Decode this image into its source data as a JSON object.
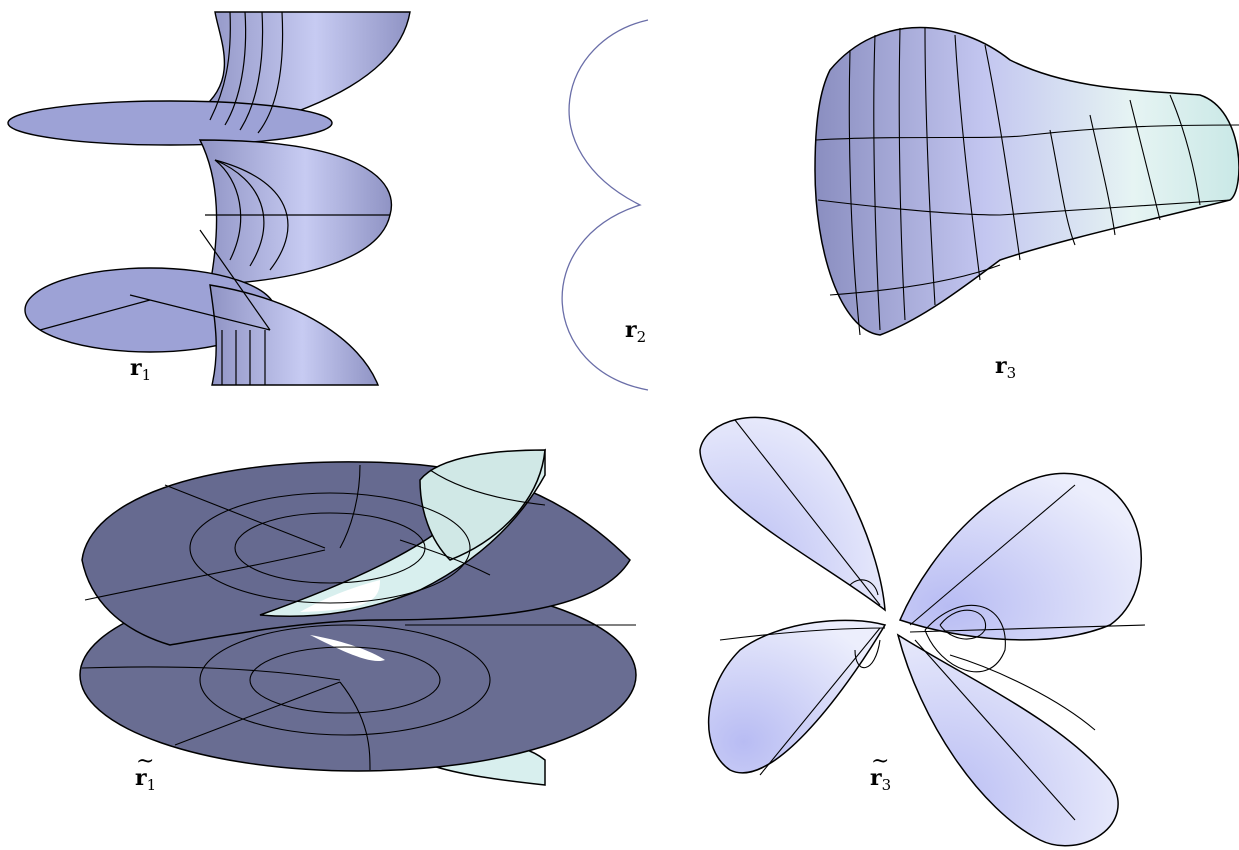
{
  "figure": {
    "panels": [
      {
        "id": "r1",
        "symbol": "r",
        "subscript": "1",
        "tilde": false
      },
      {
        "id": "r2",
        "symbol": "r",
        "subscript": "2",
        "tilde": false
      },
      {
        "id": "r3",
        "symbol": "r",
        "subscript": "3",
        "tilde": false
      },
      {
        "id": "r1t",
        "symbol": "r",
        "subscript": "1",
        "tilde": true
      },
      {
        "id": "r3t",
        "symbol": "r",
        "subscript": "3",
        "tilde": true
      }
    ],
    "colors": {
      "surface_light": "#b9bde6",
      "surface_mid": "#9ea3d6",
      "surface_dark": "#6a6d92",
      "surface_shadow": "#55587a",
      "backface": "#d8efee",
      "petal": "#e2e3fb",
      "outline": "#000000",
      "curve": "#6a6ea8"
    }
  }
}
